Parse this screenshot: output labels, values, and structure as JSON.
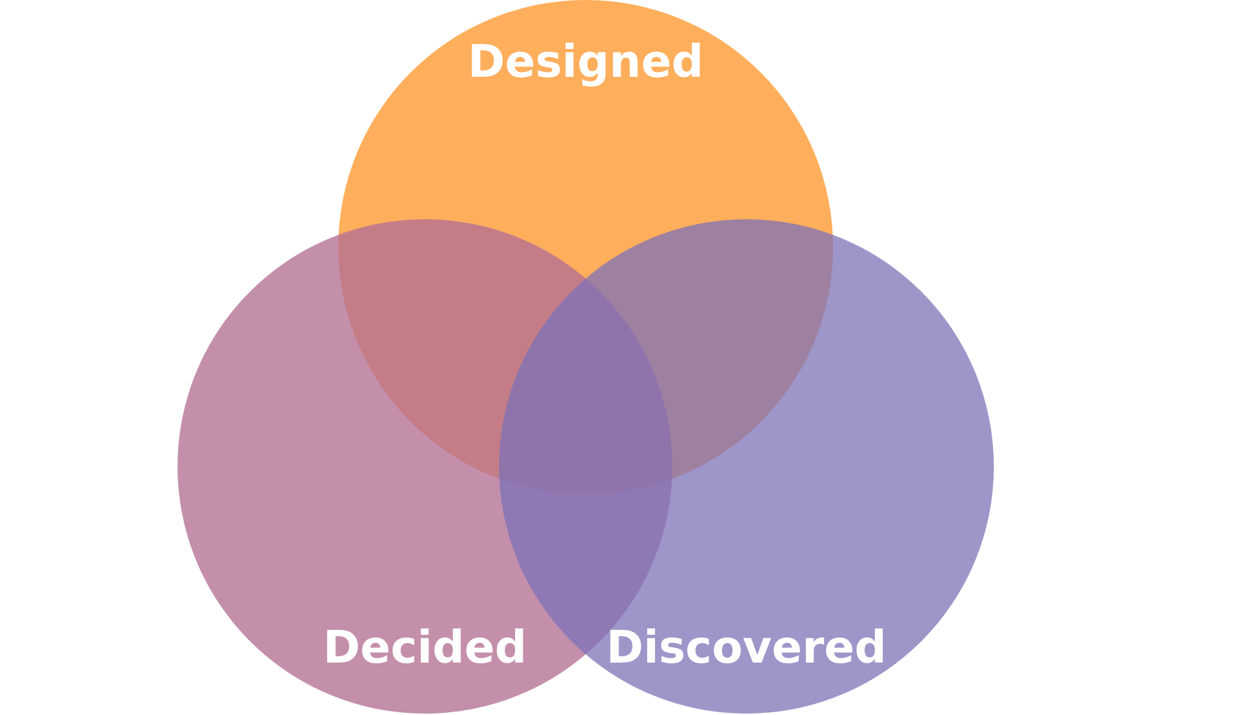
{
  "diagram": {
    "type": "venn",
    "sets": [
      {
        "id": "designed",
        "label": "Designed",
        "color": "#FFA040"
      },
      {
        "id": "decided",
        "label": "Decided",
        "color": "#B47093"
      },
      {
        "id": "discovered",
        "label": "Discovered",
        "color": "#7E72B7"
      }
    ]
  }
}
